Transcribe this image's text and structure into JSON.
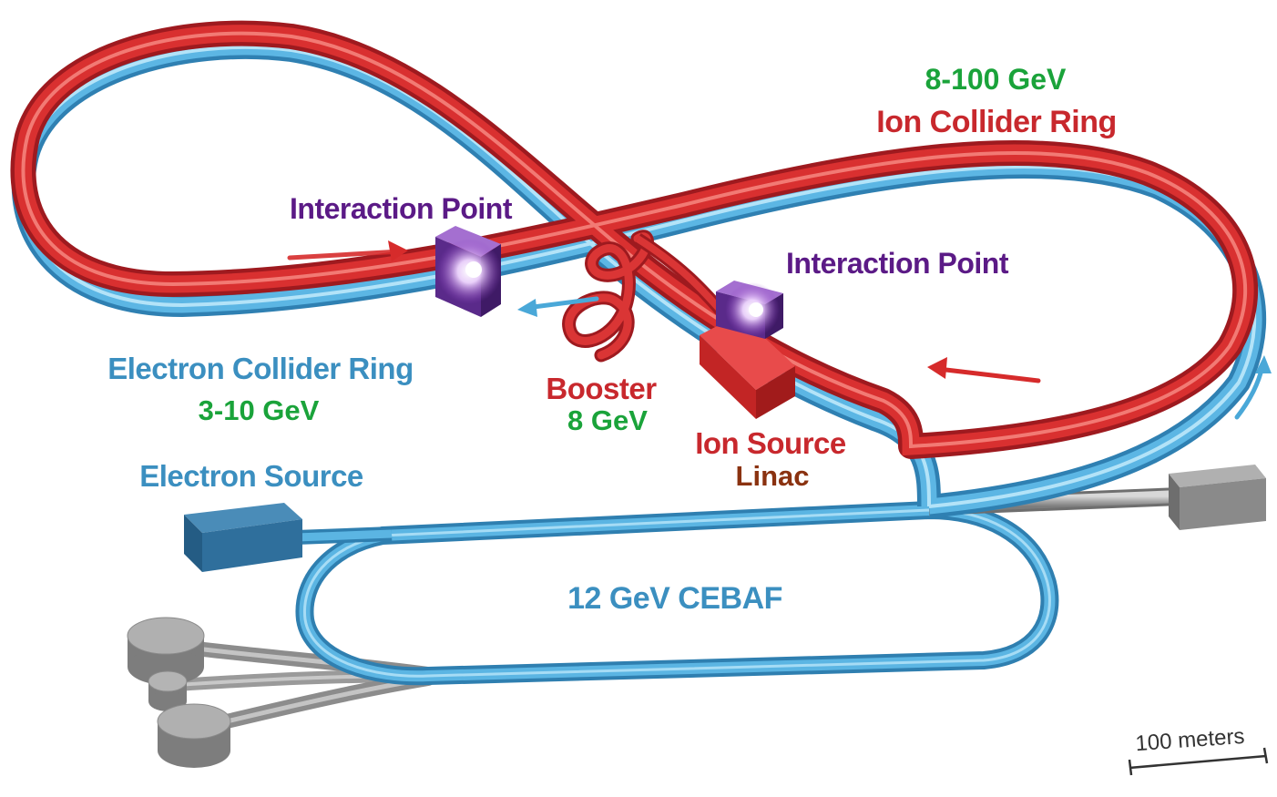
{
  "labels": {
    "ion_ring_energy": "8-100 GeV",
    "ion_ring_name": "Ion Collider Ring",
    "interaction_point_left": "Interaction Point",
    "interaction_point_right": "Interaction Point",
    "electron_ring_name": "Electron Collider Ring",
    "electron_ring_energy": "3-10 GeV",
    "booster_name": "Booster",
    "booster_energy": "8 GeV",
    "ion_source_name": "Ion Source",
    "linac_name": "Linac",
    "electron_source_name": "Electron Source",
    "cebaf_name": "12 GeV CEBAF",
    "scale_bar": "100 meters"
  },
  "colors": {
    "ion_ring": "#d52b2b",
    "electron_ring": "#3f9fd0",
    "energy_text": "#1aa33a",
    "ip_text": "#5b1a86",
    "ion_text": "#c8282d",
    "electron_text": "#3b8fc0",
    "linac_text": "#8a3210",
    "grey": "#8a8a8a"
  },
  "icons": [
    "interaction-point-cube-icon",
    "beam-direction-arrow-icon"
  ]
}
